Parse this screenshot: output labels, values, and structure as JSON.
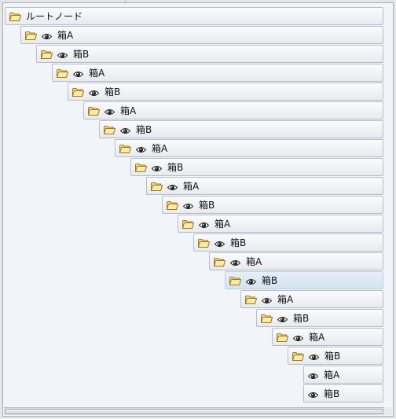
{
  "tree": {
    "nodes": [
      {
        "label": "ルートノード",
        "has_folder": true,
        "has_eye": false,
        "selected": false
      },
      {
        "label": "箱A",
        "has_folder": true,
        "has_eye": true,
        "selected": false
      },
      {
        "label": "箱B",
        "has_folder": true,
        "has_eye": true,
        "selected": false
      },
      {
        "label": "箱A",
        "has_folder": true,
        "has_eye": true,
        "selected": false
      },
      {
        "label": "箱B",
        "has_folder": true,
        "has_eye": true,
        "selected": false
      },
      {
        "label": "箱A",
        "has_folder": true,
        "has_eye": true,
        "selected": false
      },
      {
        "label": "箱B",
        "has_folder": true,
        "has_eye": true,
        "selected": false
      },
      {
        "label": "箱A",
        "has_folder": true,
        "has_eye": true,
        "selected": false
      },
      {
        "label": "箱B",
        "has_folder": true,
        "has_eye": true,
        "selected": false
      },
      {
        "label": "箱A",
        "has_folder": true,
        "has_eye": true,
        "selected": false
      },
      {
        "label": "箱B",
        "has_folder": true,
        "has_eye": true,
        "selected": false
      },
      {
        "label": "箱A",
        "has_folder": true,
        "has_eye": true,
        "selected": false
      },
      {
        "label": "箱B",
        "has_folder": true,
        "has_eye": true,
        "selected": false
      },
      {
        "label": "箱A",
        "has_folder": true,
        "has_eye": true,
        "selected": false
      },
      {
        "label": "箱B",
        "has_folder": true,
        "has_eye": true,
        "selected": true
      },
      {
        "label": "箱A",
        "has_folder": true,
        "has_eye": true,
        "selected": false
      },
      {
        "label": "箱B",
        "has_folder": true,
        "has_eye": true,
        "selected": false
      },
      {
        "label": "箱A",
        "has_folder": true,
        "has_eye": true,
        "selected": false
      },
      {
        "label": "箱B",
        "has_folder": true,
        "has_eye": true,
        "selected": false
      },
      {
        "label": "箱A",
        "has_folder": false,
        "has_eye": true,
        "selected": false
      },
      {
        "label": "箱B",
        "has_folder": false,
        "has_eye": true,
        "selected": false
      }
    ]
  },
  "colors": {
    "panel_background": "#f1f4f9",
    "selected_row": "#dbe7f4",
    "folder_fill": "#f6dc86",
    "folder_stroke": "#9a7a22"
  },
  "icons": {
    "folder": "folder-icon",
    "eye": "eye-icon"
  }
}
